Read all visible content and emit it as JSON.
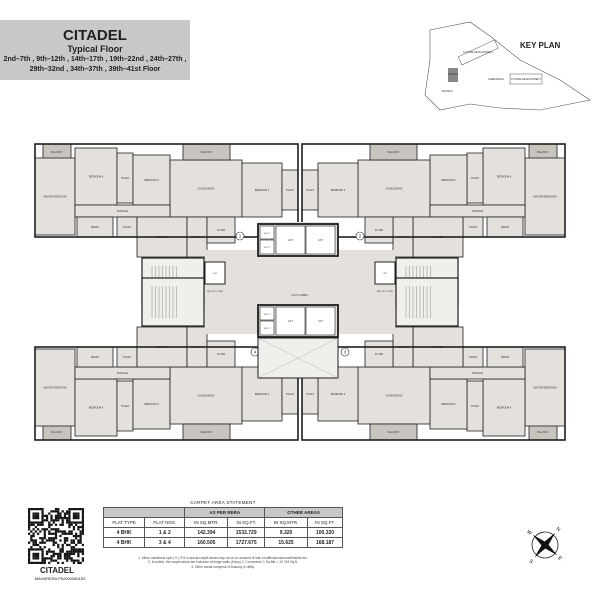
{
  "header": {
    "title": "CITADEL",
    "subtitle": "Typical Floor",
    "floors_line1": "2nd–7th , 9th–12th , 14th–17th , 19th–22nd , 24th–27th ,",
    "floors_line2": "29th–32nd , 34th–37th , 39th–41st Floor"
  },
  "key_plan": {
    "title": "KEY PLAN",
    "labels": [
      "FUTURE DEVELOPMENT",
      "CITADEL",
      "ARCADIA",
      "GREENFIELD",
      "FUTURE DEVELOPMENT"
    ]
  },
  "plan": {
    "flat_numbers": [
      "1",
      "2",
      "3",
      "4"
    ],
    "room_labels": [
      "BALCONY",
      "MASTER BEDROOM",
      "BEDROOM 4",
      "TOILET",
      "BEDROOM 3",
      "LIVING/DINING",
      "BALCONY",
      "BEDROOM 2",
      "PASSAGE",
      "DRESS",
      "TOILET",
      "KITCHEN",
      "UTILITY",
      "FOYER",
      "TOILET"
    ],
    "core_labels": {
      "duct": "DUCT",
      "lift": "LIFT",
      "lift_lobby": "LIFT LOBBY",
      "fire_lift_lobby": "FIRE LIFT LOBBY"
    },
    "colors": {
      "floor": "#e4e1dc",
      "wall": "#1e1e1e",
      "balcony": "#c9c5be",
      "core": "#ffffff"
    }
  },
  "carpet_area": {
    "title": "CARPET AREA STATEMENT",
    "group_headers": [
      "AS PER RERA",
      "OTHER AREAS"
    ],
    "columns": [
      "FLAT TYPE",
      "FLAT NOS.",
      "IN SQ.MTR.",
      "IN SQ.FT.",
      "IN SQ.MTR.",
      "IN SQ.FT."
    ],
    "rows": [
      [
        "4 BHK",
        "1 & 2",
        "142.394",
        "1532.729",
        "9.320",
        "100.320"
      ],
      [
        "4 BHK",
        "3 & 4",
        "160.505",
        "1727.675",
        "15.625",
        "168.187"
      ]
    ],
    "notes": [
      "1. Minor variations upto (+/-) 3% in actual carpet areas may occur on account of site conditions/columns/finishes etc.",
      "2. In toilets, the carpet areas are inclusive of ledge walls (if any) 3. Conversion 1 Sq.Mtr = 10.764 Sq.ft.",
      "4. Other areas comprise of balcony & utility."
    ]
  },
  "qr": {
    "caption": "CITADEL",
    "rera": "MAHARERA P52000080153"
  },
  "compass": {
    "n": "N",
    "e": "E",
    "s": "S",
    "w": "W"
  }
}
